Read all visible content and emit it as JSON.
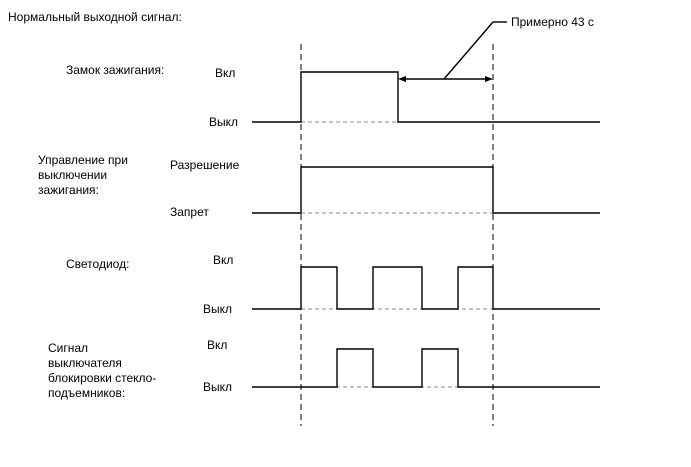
{
  "title": "Нормальный выходной сигнал:",
  "annotation": "Примерно 43 с",
  "signals": [
    {
      "name_lines": [
        "Замок зажигания:"
      ],
      "high_label": "Вкл",
      "low_label": "Выкл"
    },
    {
      "name_lines": [
        "Управление при",
        "выключении",
        "зажигания:"
      ],
      "high_label": "Разрешение",
      "low_label": "Запрет"
    },
    {
      "name_lines": [
        "Светодиод:"
      ],
      "high_label": "Вкл",
      "low_label": "Выкл"
    },
    {
      "name_lines": [
        "Сигнал",
        "выключателя",
        "блокировки стекло-",
        "подъемников:"
      ],
      "high_label": "Вкл",
      "low_label": "Выкл"
    }
  ]
}
